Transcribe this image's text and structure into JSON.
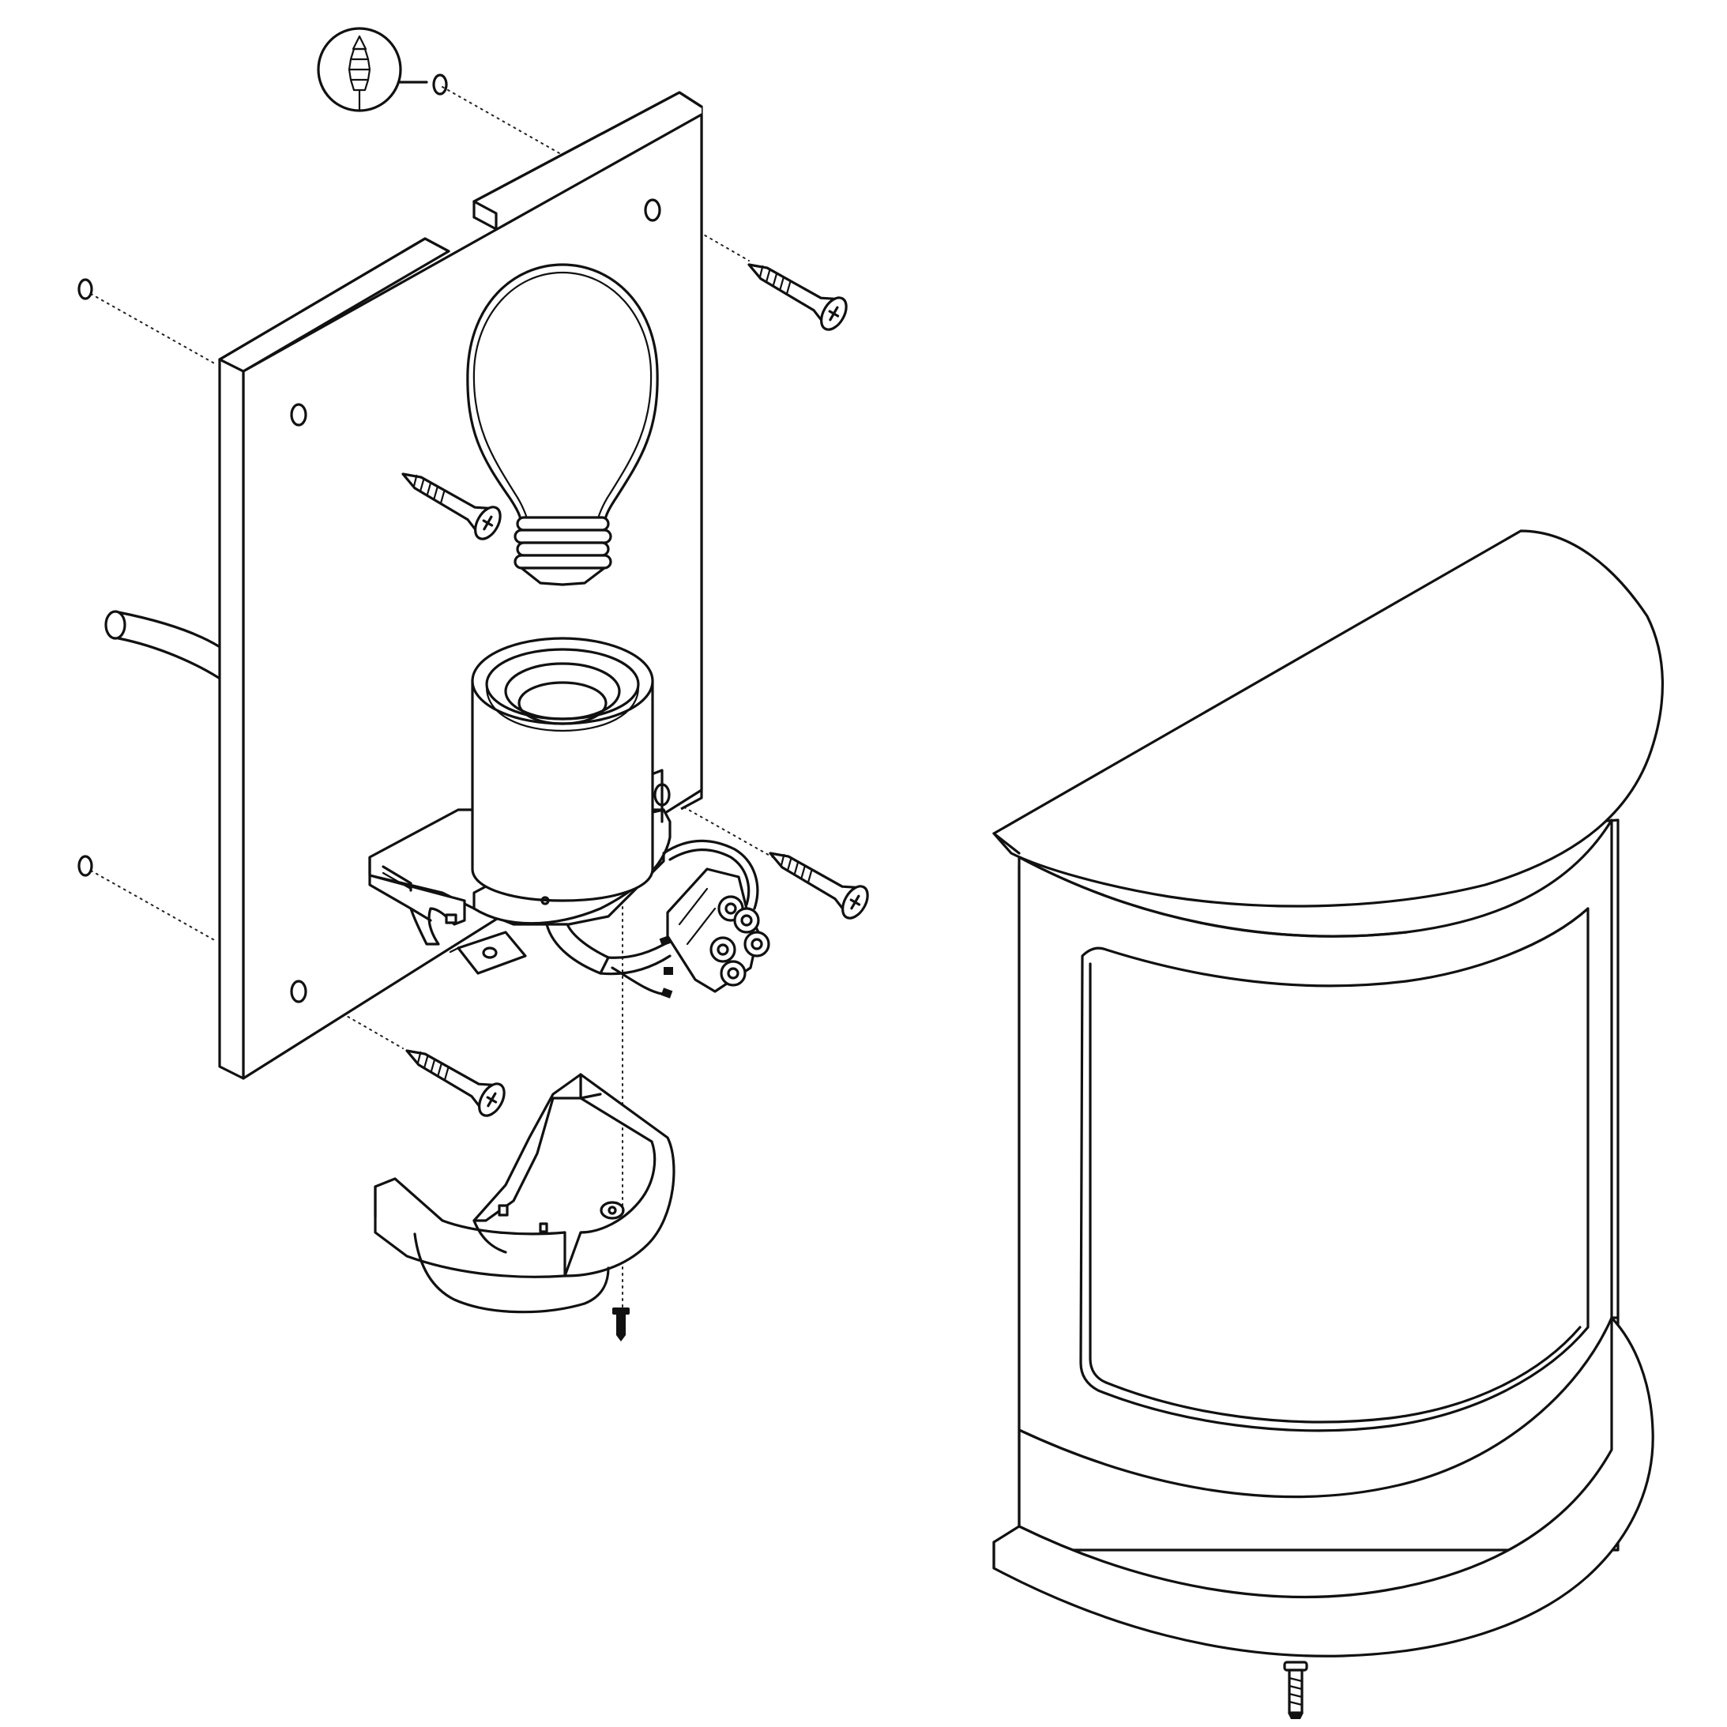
{
  "diagram": {
    "type": "exploded assembly drawing",
    "colors": {
      "line": "#111111",
      "background": "#ffffff"
    },
    "parts": [
      {
        "name": "wall-plug-detail-icon"
      },
      {
        "name": "wall-plug-icon",
        "count": 4
      },
      {
        "name": "wall-mounting-plate"
      },
      {
        "name": "light-bulb"
      },
      {
        "name": "lamp-socket"
      },
      {
        "name": "socket-bracket"
      },
      {
        "name": "terminal-block"
      },
      {
        "name": "power-cable"
      },
      {
        "name": "wood-screw-icon",
        "count": 4
      },
      {
        "name": "small-screw-icon",
        "count": 2
      },
      {
        "name": "cover-clamp"
      },
      {
        "name": "lamp-housing"
      }
    ]
  }
}
